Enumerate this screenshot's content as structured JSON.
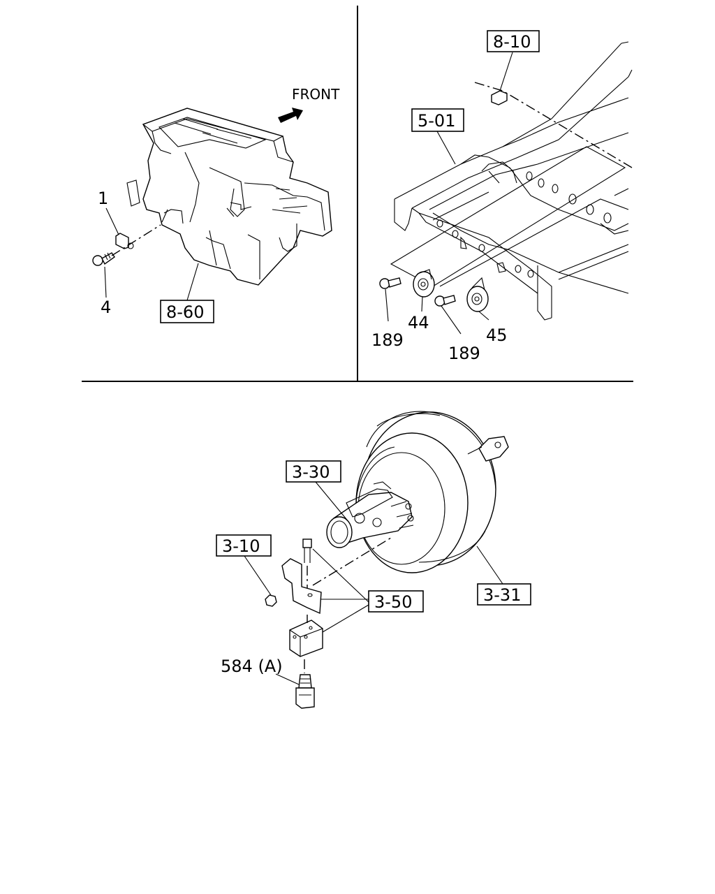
{
  "diagram": {
    "top_left": {
      "front_label": "FRONT",
      "callouts": {
        "c1": "1",
        "c4": "4",
        "c860": "8-60"
      }
    },
    "top_right": {
      "callouts": {
        "c810": "8-10",
        "c501": "5-01",
        "c189a": "189",
        "c44": "44",
        "c189b": "189",
        "c45": "45"
      }
    },
    "bottom": {
      "callouts": {
        "c330": "3-30",
        "c310": "3-10",
        "c350": "3-50",
        "c331": "3-31",
        "c584": "584 (A)"
      }
    }
  }
}
